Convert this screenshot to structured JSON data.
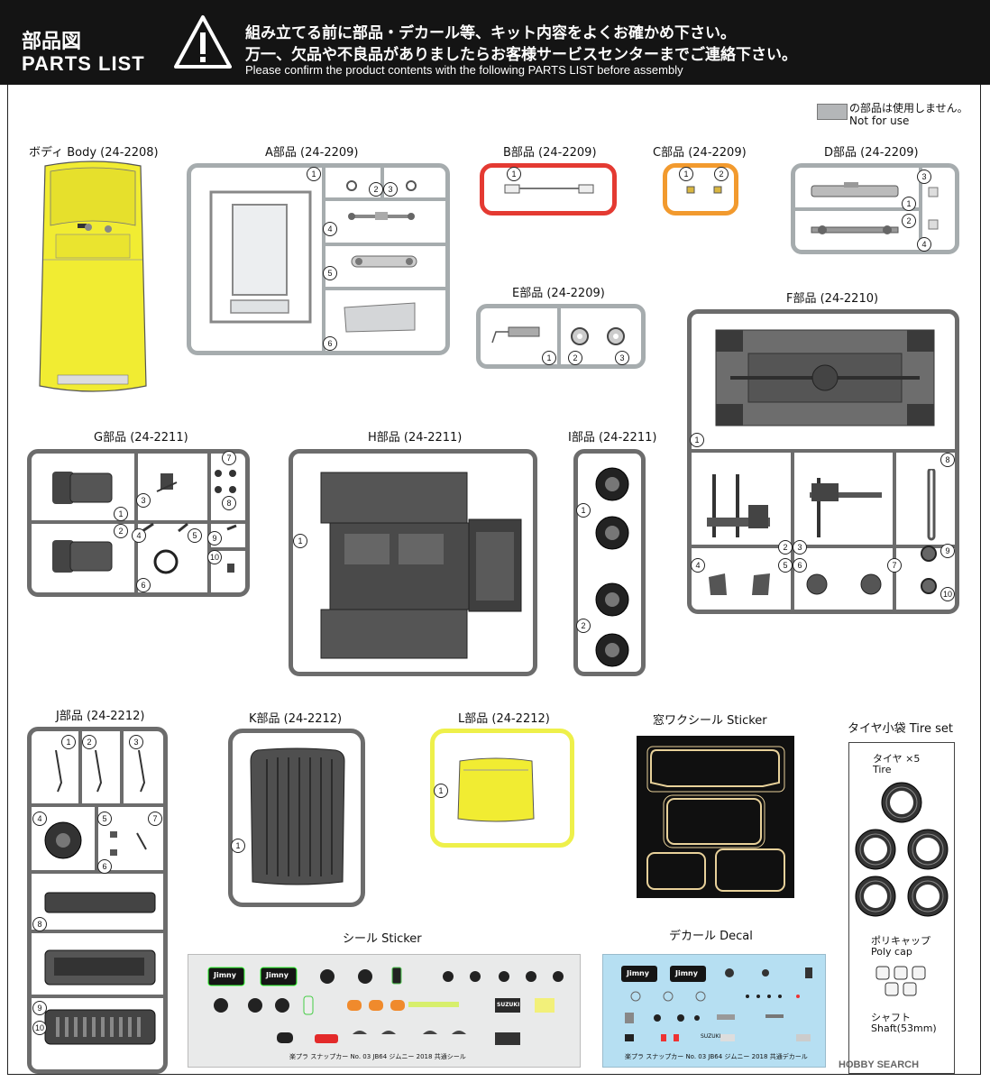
{
  "header": {
    "title_ja": "部品図",
    "title_en": "PARTS LIST",
    "notice_ja_1": "組み立てる前に部品・デカール等、キット内容をよくお確かめ下さい。",
    "notice_ja_2": "万一、欠品や不良品がありましたらお客様サービスセンターまでご連絡下さい。",
    "notice_en": "Please confirm the product contents with the following PARTS LIST before assembly"
  },
  "legend": {
    "ja": "の部品は使用しません。",
    "en": "Not for use"
  },
  "sections": {
    "body": "ボディ Body (24-2208)",
    "a": "A部品 (24-2209)",
    "b": "B部品 (24-2209)",
    "c": "C部品 (24-2209)",
    "d": "D部品 (24-2209)",
    "e": "E部品 (24-2209)",
    "f": "F部品 (24-2210)",
    "g": "G部品 (24-2211)",
    "h": "H部品 (24-2211)",
    "i": "I部品 (24-2211)",
    "j": "J部品 (24-2212)",
    "k": "K部品 (24-2212)",
    "l": "L部品 (24-2212)",
    "window": "窓ワクシール Sticker",
    "tireset": "タイヤ小袋 Tire set",
    "sticker": "シール Sticker",
    "decal": "デカール Decal"
  },
  "tireset": {
    "tire_ja": "タイヤ ×5",
    "tire_en": "Tire",
    "poly_ja": "ポリキャップ",
    "poly_en": "Poly cap",
    "shaft_ja": "シャフト",
    "shaft_en": "Shaft(53mm)"
  },
  "sheets": {
    "sticker_logo": "Jimny",
    "decal_logo": "Jimny",
    "sticker_caption": "楽プラ スナップカー No. 03 JB64 ジムニー 2018 共通シール",
    "decal_caption": "楽プラ スナップカー No. 03 JB64 ジムニー 2018 共通デカール",
    "suzuki": "SUZUKI"
  },
  "numbers": {
    "n1": "1",
    "n2": "2",
    "n3": "3",
    "n4": "4",
    "n5": "5",
    "n6": "6",
    "n7": "7",
    "n8": "8",
    "n9": "9",
    "n10": "10"
  },
  "watermark": "HOBBY SEARCH",
  "colors": {
    "body_yellow": "#f1ec32",
    "runner_gray": "#a6acae",
    "runner_dark": "#6c6c6c",
    "runner_b": "#e43a32",
    "runner_c": "#f29a2e",
    "runner_l": "#eef04a",
    "header_bg": "#141414"
  }
}
